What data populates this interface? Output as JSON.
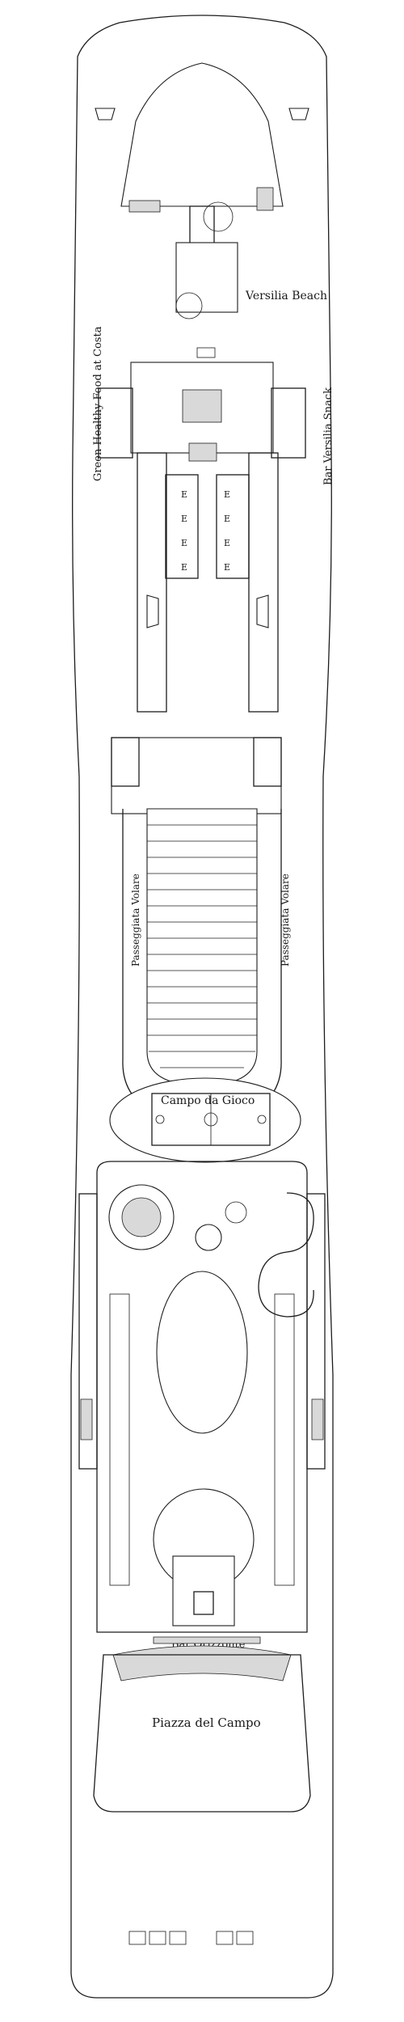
{
  "labels": {
    "versilia_beach": "Versilia Beach",
    "green_healthy_food": "Green Healthy Food at Costa",
    "bar_versilia_snack": "Bar Versilia Snack",
    "passeggiata_left": "Passeggiata Volare",
    "passeggiata_right": "Passeggiata Volare",
    "campo_da_gioco": "Campo da Gioco",
    "bar_orizzonte": "Bar Orizzonte",
    "piazza_del_campo": "Piazza del Campo"
  },
  "elevator_glyph": "E",
  "colors": {
    "line": "#1c1c1c",
    "background": "#ffffff",
    "fill": "#d9d9d9"
  }
}
